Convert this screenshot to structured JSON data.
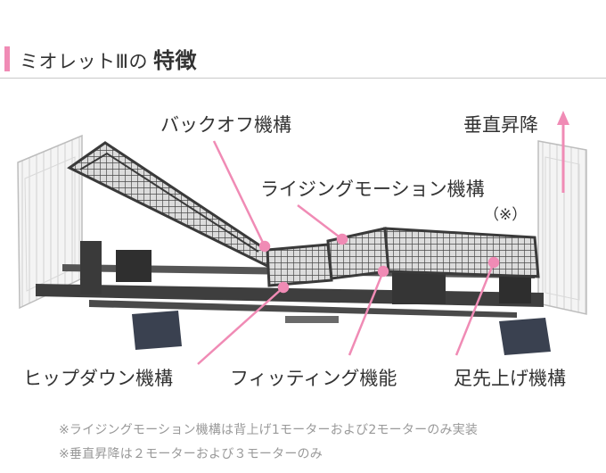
{
  "header": {
    "title_prefix": "ミオレットⅢの",
    "title_emphasis": "特徴"
  },
  "labels": {
    "back_off": "バックオフ機構",
    "vertical_lift": "垂直昇降",
    "rising_motion": "ライジングモーション機構",
    "rising_motion_mark": "（※）",
    "hip_down": "ヒップダウン機構",
    "fitting": "フィッティング機能",
    "foot_up": "足先上げ機構"
  },
  "notes": {
    "note_1": "※ライジングモーション機構は背上げ1モーターおよび2モーターのみ実装",
    "note_2": "※垂直昇降は２モーターおよび３モーターのみ"
  },
  "colors": {
    "accent_pink": "#f08bb5",
    "frame_dark": "#3e3e3e",
    "board_white": "#f1f1f1",
    "note_gray": "#999999"
  }
}
